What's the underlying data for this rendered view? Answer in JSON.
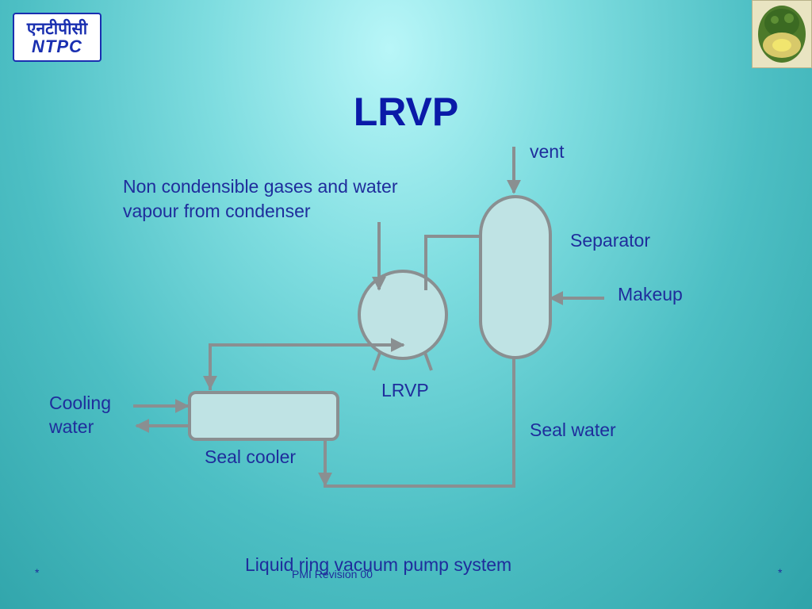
{
  "logo": {
    "hindi": "एनटीपीसी",
    "english": "NTPC"
  },
  "title": "LRVP",
  "labels": {
    "vent": "vent",
    "inlet_line1": "Non condensible gases and water",
    "inlet_line2": "vapour from condenser",
    "separator": "Separator",
    "makeup": "Makeup",
    "pump": "LRVP",
    "cooling_line1": "Cooling",
    "cooling_line2": "water",
    "seal_water": "Seal water",
    "seal_cooler": "Seal cooler"
  },
  "caption": "Liquid ring vacuum pump system",
  "footer": {
    "left_mark": "*",
    "center": "PMI Revision 00",
    "right_mark": "*"
  },
  "colors": {
    "equipment_fill": "#bfe3e4",
    "equipment_stroke": "#8a8f91",
    "text": "#1f2d9c",
    "title": "#0a1aa8"
  }
}
